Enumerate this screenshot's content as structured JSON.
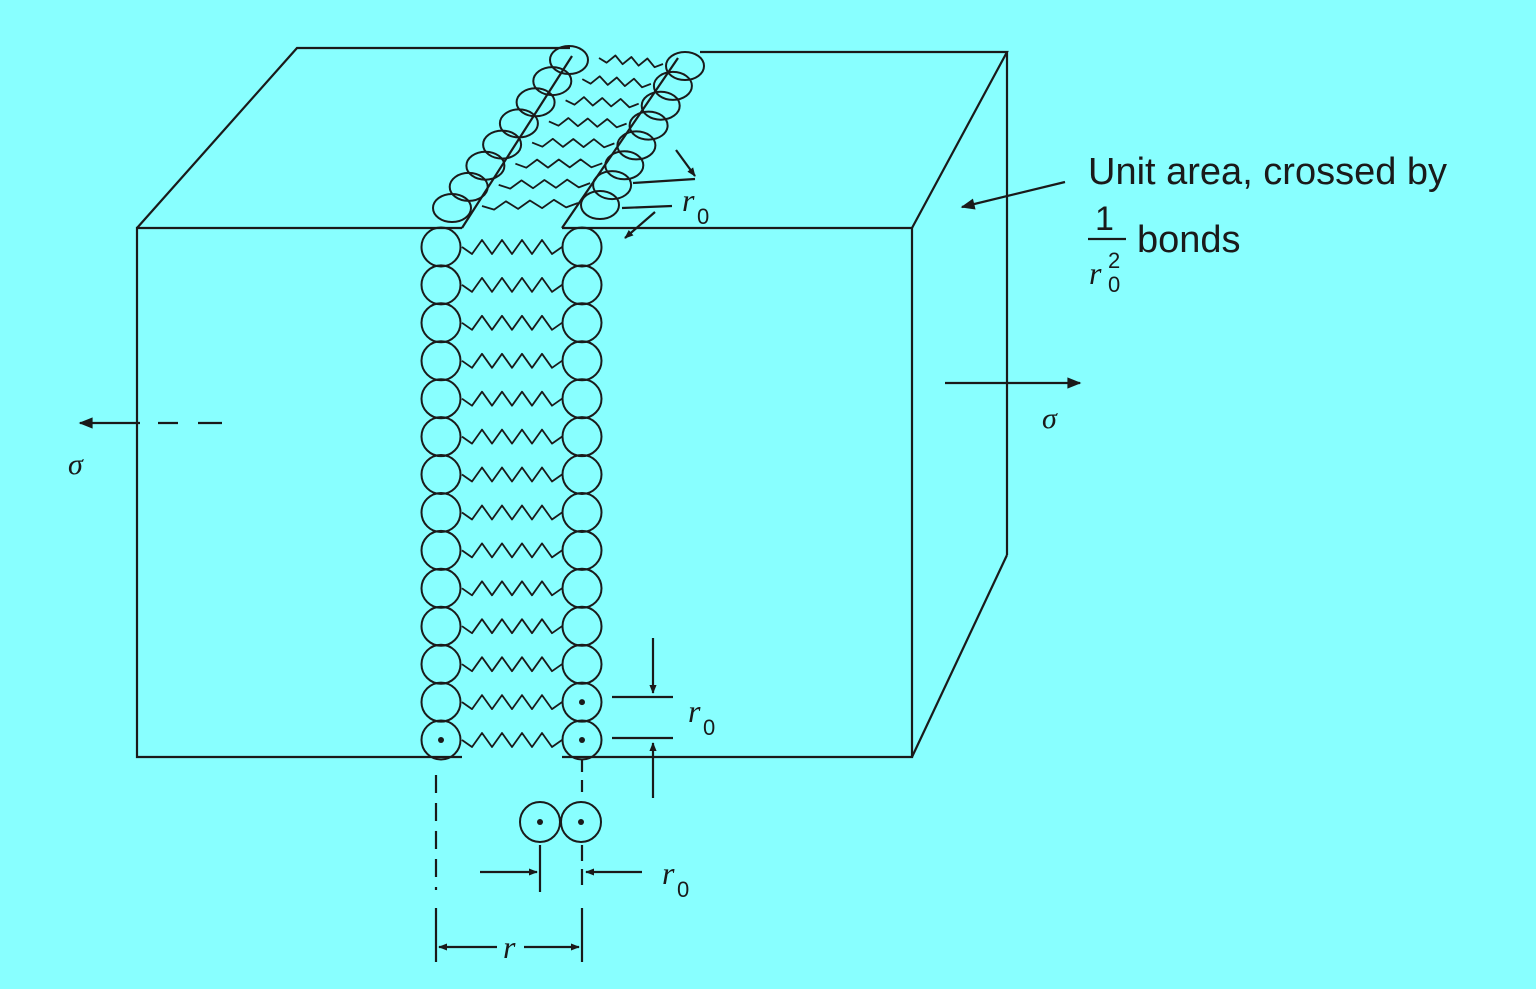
{
  "annotation": {
    "unit_area_text": "Unit area, crossed by",
    "fraction_numerator": "1",
    "fraction_denominator": "r",
    "denominator_superscript": "2",
    "denominator_subscript": "0",
    "bonds_text": "bonds"
  },
  "symbols": {
    "stress": "σ",
    "spacing": "r",
    "spacing_sub": "0",
    "separation": "r"
  },
  "colors": {
    "background": "#88FFFF",
    "ink": "#1a1a1a"
  }
}
